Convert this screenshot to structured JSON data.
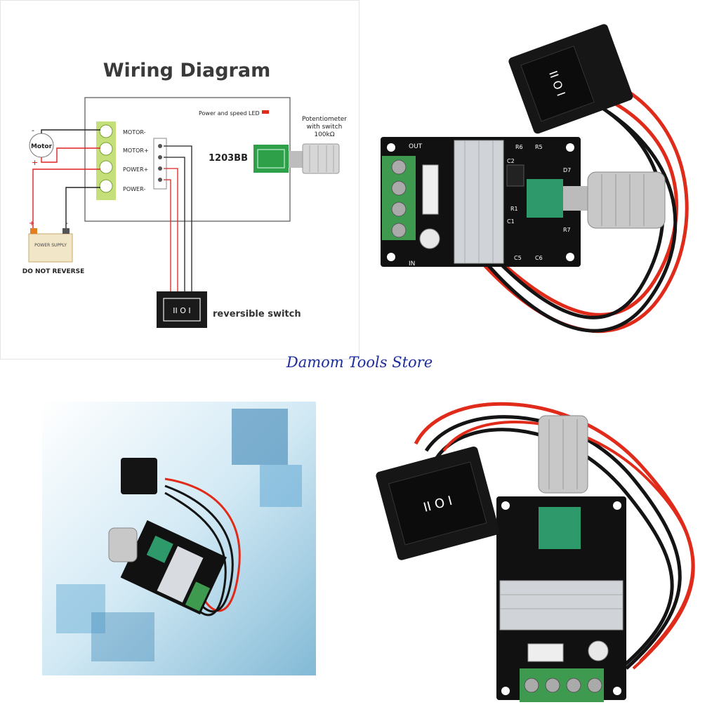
{
  "diagram": {
    "title": "Wiring Diagram",
    "led_label": "Power and speed LED",
    "pot_label_line1": "Potentiometer",
    "pot_label_line2": "with switch",
    "pot_label_line3": "100kΩ",
    "board_label": "1203BB",
    "terminals": [
      "MOTOR-",
      "MOTOR+",
      "POWER+",
      "POWER-"
    ],
    "motor_label": "Motor",
    "motor_minus": "-",
    "motor_plus": "+",
    "supply_label": "POWER SUPPLY",
    "supply_plus": "+",
    "supply_minus": "-",
    "warning": "DO NOT REVERSE",
    "switch_glyph": "II O I",
    "switch_label": "reversible switch"
  },
  "watermark": "Damom Tools Store",
  "board_marks": {
    "out": "OUT",
    "in": "IN",
    "r6": "R6",
    "r5": "R5",
    "c2": "C2",
    "c1": "C1",
    "r1": "R1",
    "c5": "C5",
    "c6": "C6",
    "d7": "D7",
    "r7": "R7",
    "switch_glyph_a": "II O I",
    "switch_glyph_b": "II O I"
  },
  "colors": {
    "board": "#111111",
    "terminal": "#3e9a4e",
    "pot": "#2e9a6c",
    "knob": "#c8c8c8",
    "wire_red": "#e02a1a",
    "wire_black": "#141414",
    "title_text": "#1c2c9c"
  }
}
